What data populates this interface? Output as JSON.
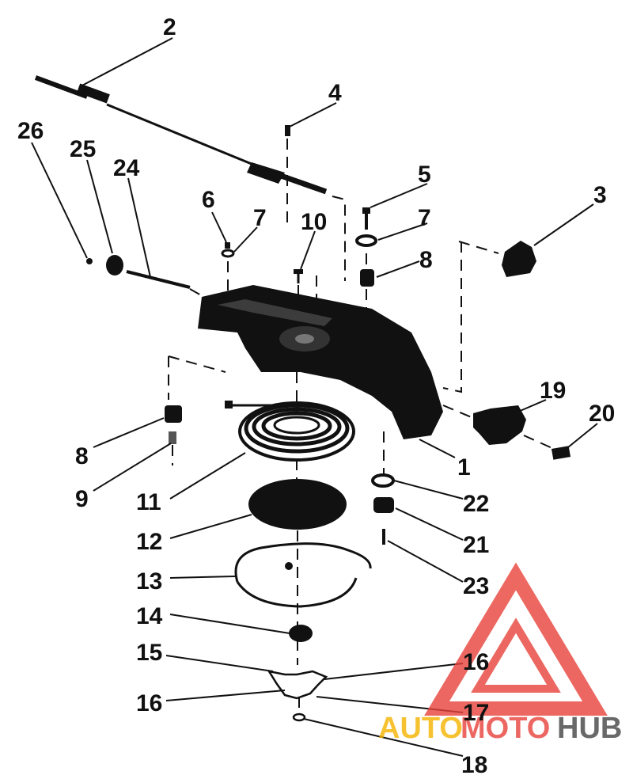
{
  "diagram": {
    "callouts": [
      "1",
      "2",
      "3",
      "4",
      "5",
      "6",
      "7",
      "7",
      "8",
      "8",
      "9",
      "10",
      "11",
      "12",
      "13",
      "14",
      "15",
      "16",
      "16",
      "17",
      "18",
      "19",
      "20",
      "21",
      "22",
      "23",
      "24",
      "25",
      "26"
    ]
  },
  "watermark": {
    "part1": "AUTO",
    "part2": "MOTO",
    "part3": "HUB",
    "colors": {
      "triangle": "#e8423a",
      "auto": "#f5b400",
      "moto": "#e8423a",
      "hub": "#444444"
    }
  }
}
